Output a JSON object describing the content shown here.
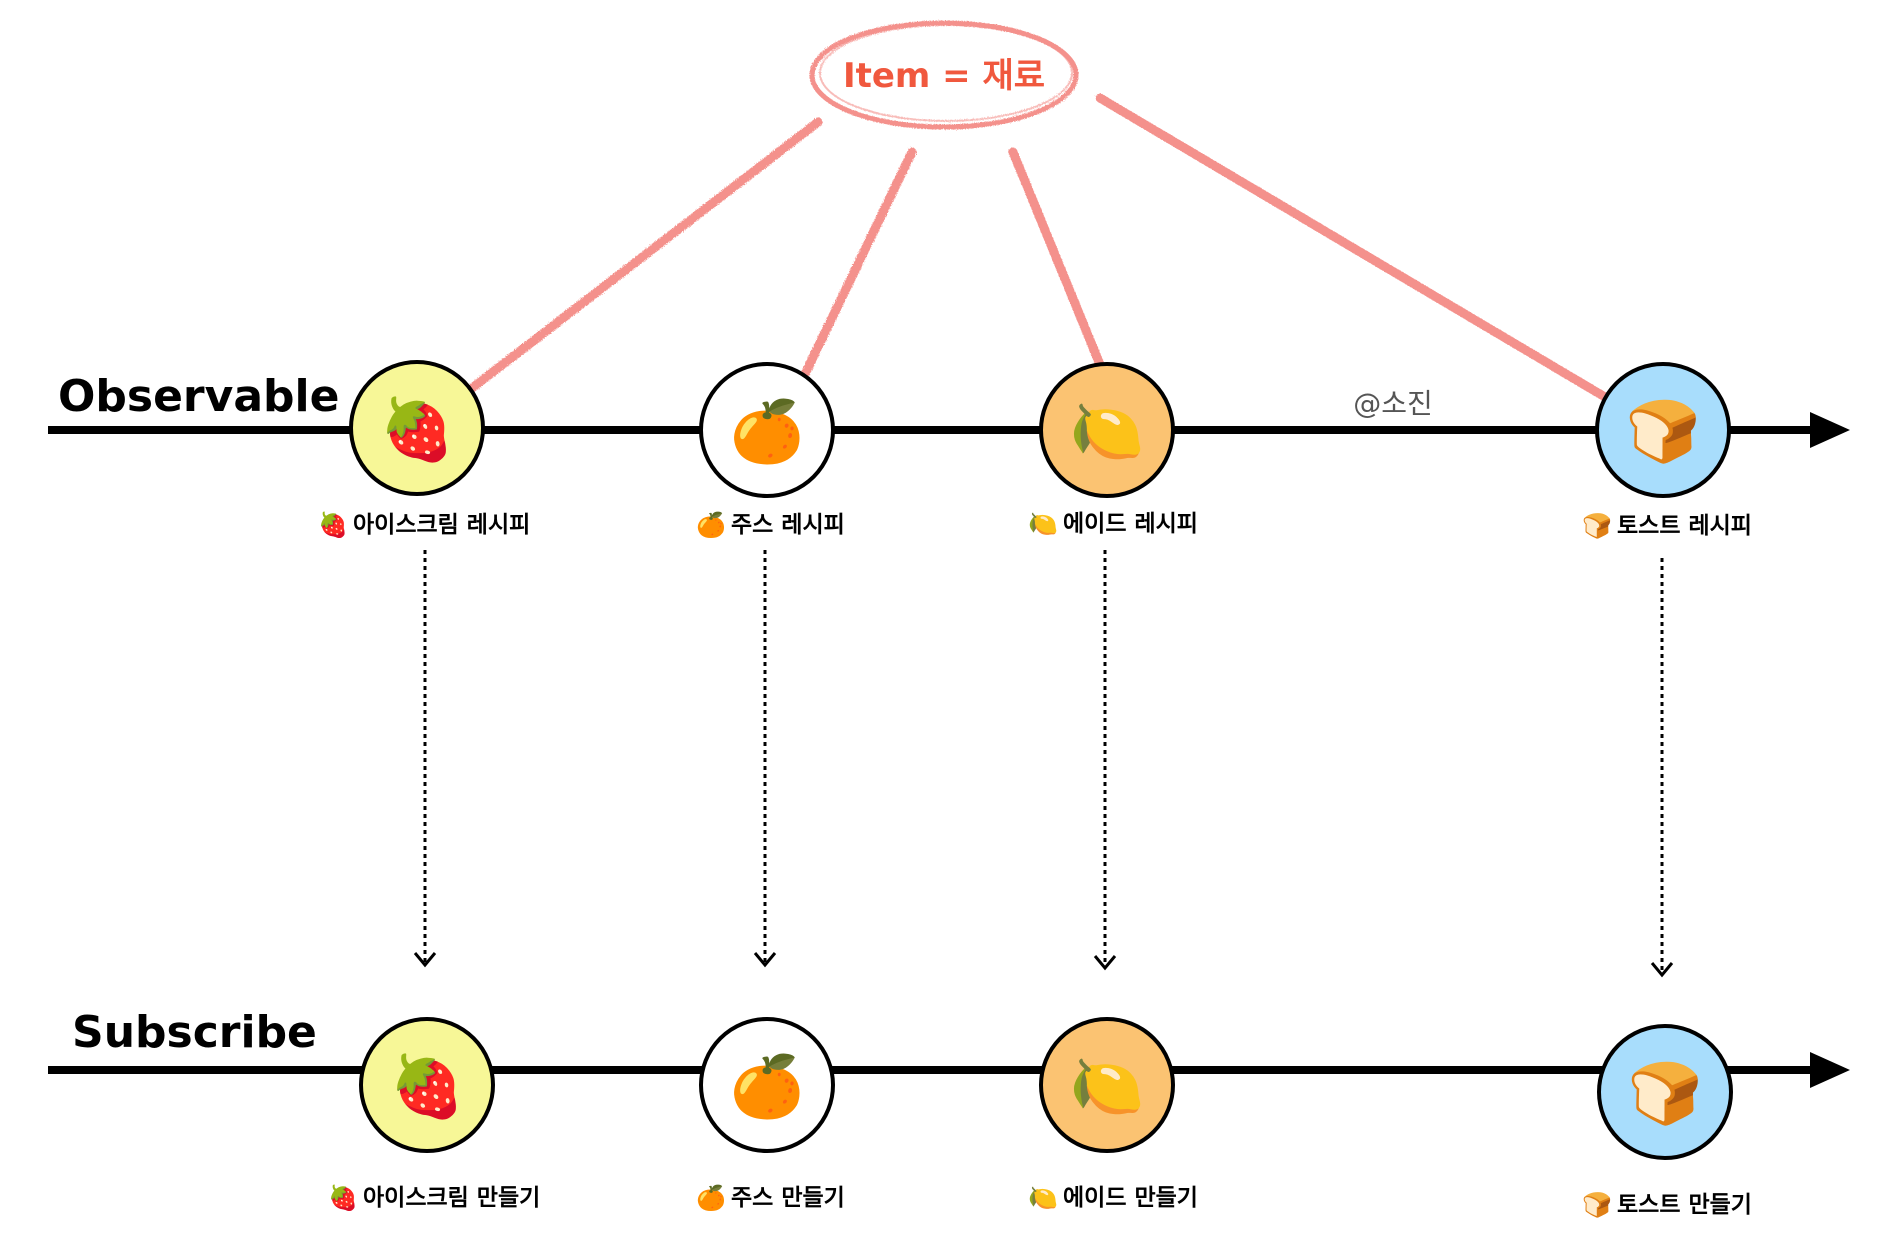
{
  "annotation": {
    "text": "Item = 재료",
    "color": "#f0583e",
    "line_color": "#f4918c"
  },
  "credit": "@소진",
  "rows": [
    {
      "title": "Observable",
      "items": [
        {
          "emoji": "🍓",
          "label": "아이스크림 레시피",
          "fill": "#f7f797"
        },
        {
          "emoji": "🍊",
          "label": "주스 레시피",
          "fill": "#ffffff"
        },
        {
          "emoji": "🍋",
          "label": "에이드 레시피",
          "fill": "#fbc372"
        },
        {
          "emoji": "🍞",
          "label": "토스트 레시피",
          "fill": "#a8ddfc"
        }
      ]
    },
    {
      "title": "Subscribe",
      "items": [
        {
          "emoji": "🍓",
          "label": "아이스크림 만들기",
          "fill": "#f7f797"
        },
        {
          "emoji": "🍊",
          "label": "주스 만들기",
          "fill": "#ffffff"
        },
        {
          "emoji": "🍋",
          "label": "에이드 만들기",
          "fill": "#fbc372"
        },
        {
          "emoji": "🍞",
          "label": "토스트 만들기",
          "fill": "#a8ddfc"
        }
      ]
    }
  ]
}
